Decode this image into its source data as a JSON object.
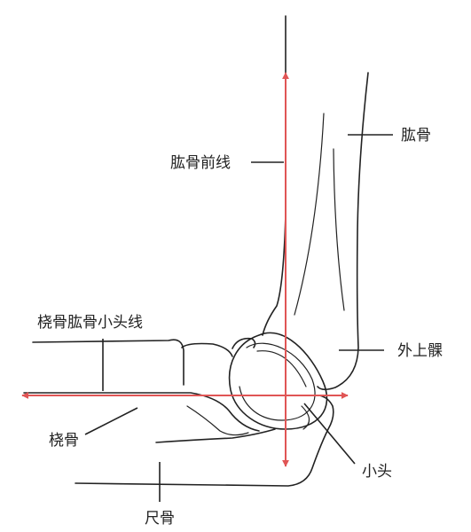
{
  "labels": {
    "humerus": "肱骨",
    "anterior_humeral_line": "肱骨前线",
    "radiocapitellar_line": "桡骨肱骨小头线",
    "lateral_epicondyle": "外上髁",
    "radius": "桡骨",
    "capitellum": "小头",
    "ulna": "尺骨"
  },
  "colors": {
    "line": "#e05555",
    "bone": "#222222"
  }
}
